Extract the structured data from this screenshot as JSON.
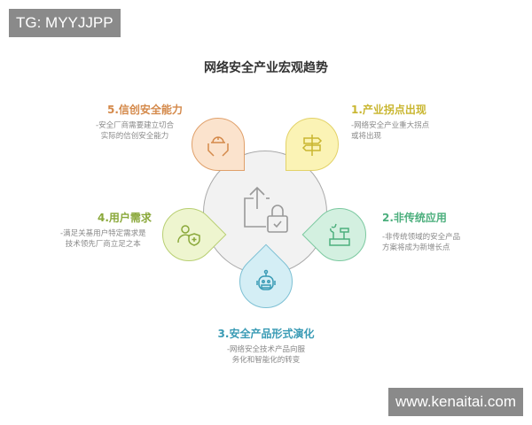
{
  "watermarks": {
    "top_left": "TG: MYYJJPP",
    "bottom_right": "www.kenaitai.com"
  },
  "title": "网络安全产业宏观趋势",
  "center_icon": "upload-lock-icon",
  "items": [
    {
      "title": "1.产业拐点出现",
      "desc1": "-网络安全产业重大拐点",
      "desc2": "或将出现",
      "color": "#c9b630",
      "icon": "signpost-icon"
    },
    {
      "title": "2.非传统应用",
      "desc1": "-非传统领域的安全产品",
      "desc2": "方案将成为新增长点",
      "color": "#4caf7d",
      "icon": "tools-icon"
    },
    {
      "title": "3.安全产品形式演化",
      "desc1": "-网络安全技术产品向服",
      "desc2": "务化和智能化的转变",
      "color": "#3a9bb5",
      "icon": "robot-icon"
    },
    {
      "title": "4.用户需求",
      "desc1": "-满足关基用户特定需求是",
      "desc2": "技术领先厂商立足之本",
      "color": "#8aa83a",
      "icon": "user-shield-icon"
    },
    {
      "title": "5.信创安全能力",
      "desc1": "-安全厂商需要建立切合",
      "desc2": "实际的信创安全能力",
      "color": "#d4894a",
      "icon": "helmet-hands-icon"
    }
  ]
}
